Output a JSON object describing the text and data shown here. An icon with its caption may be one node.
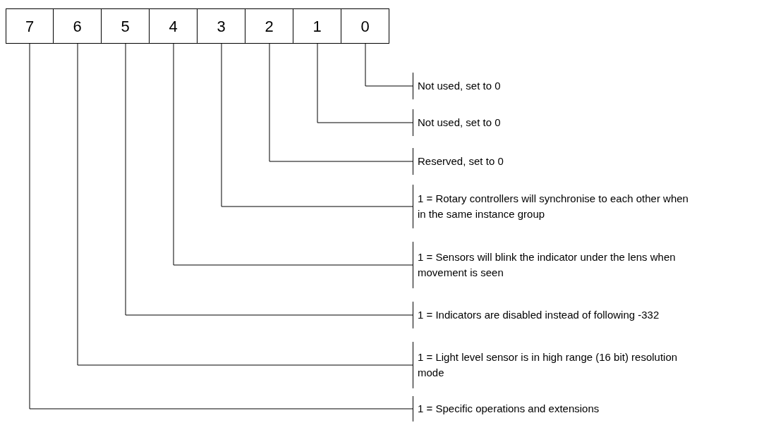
{
  "diagram": {
    "nodes": [
      {
        "text": [
          "7"
        ]
      },
      {
        "text": [
          "6"
        ]
      },
      {
        "text": [
          "5"
        ]
      },
      {
        "text": [
          "4"
        ]
      },
      {
        "text": [
          "3"
        ]
      },
      {
        "text": [
          "2"
        ]
      },
      {
        "text": [
          "1"
        ]
      },
      {
        "text": [
          "0"
        ]
      },
      {
        "text": [
          "Not used, set to 0"
        ]
      },
      {
        "text": [
          "Not used, set to 0"
        ]
      },
      {
        "text": [
          "Reserved, set to 0"
        ]
      },
      {
        "text": [
          "1 = Rotary controllers will synchronise to each other when in the same instance group"
        ]
      },
      {
        "text": [
          "1 = Sensors will blink the indicator under the lens when movement is seen"
        ]
      },
      {
        "text": [
          "1 = Indicators are disabled instead of following -332"
        ]
      },
      {
        "text": [
          "1 = Light level sensor is in high range (16 bit) resolution mode"
        ]
      },
      {
        "text": [
          "1 = Specific operations and extensions"
        ]
      }
    ],
    "edges": [
      {
        "from": 7,
        "to": 8,
        "arrow": "none"
      },
      {
        "from": 6,
        "to": 9,
        "arrow": "none"
      },
      {
        "from": 5,
        "to": 10,
        "arrow": "none"
      },
      {
        "from": 4,
        "to": 11,
        "arrow": "none"
      },
      {
        "from": 3,
        "to": 12,
        "arrow": "none"
      },
      {
        "from": 2,
        "to": 13,
        "arrow": "none"
      },
      {
        "from": 1,
        "to": 14,
        "arrow": "none"
      },
      {
        "from": 0,
        "to": 15,
        "arrow": "none"
      }
    ]
  }
}
